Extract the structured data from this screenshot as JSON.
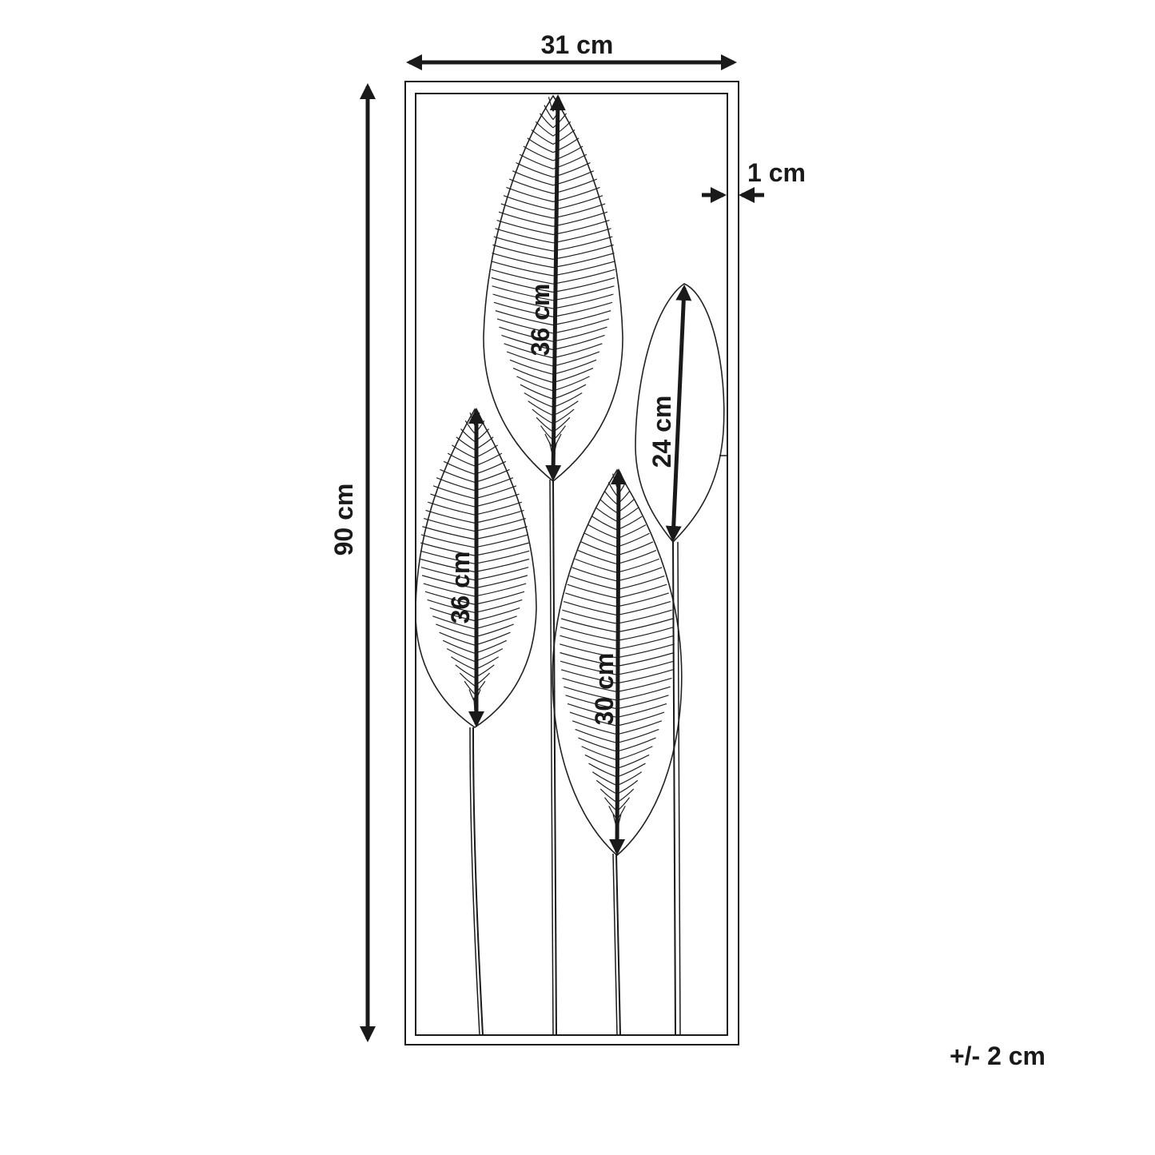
{
  "dimensions": {
    "width": "31 cm",
    "height": "90 cm",
    "frame_depth": "1 cm",
    "leaf_top": "36 cm",
    "leaf_left": "36 cm",
    "leaf_middle": "30 cm",
    "leaf_right": "24 cm"
  },
  "tolerance": "+/- 2 cm",
  "colors": {
    "ink": "#1a1a1a",
    "background": "#ffffff"
  }
}
